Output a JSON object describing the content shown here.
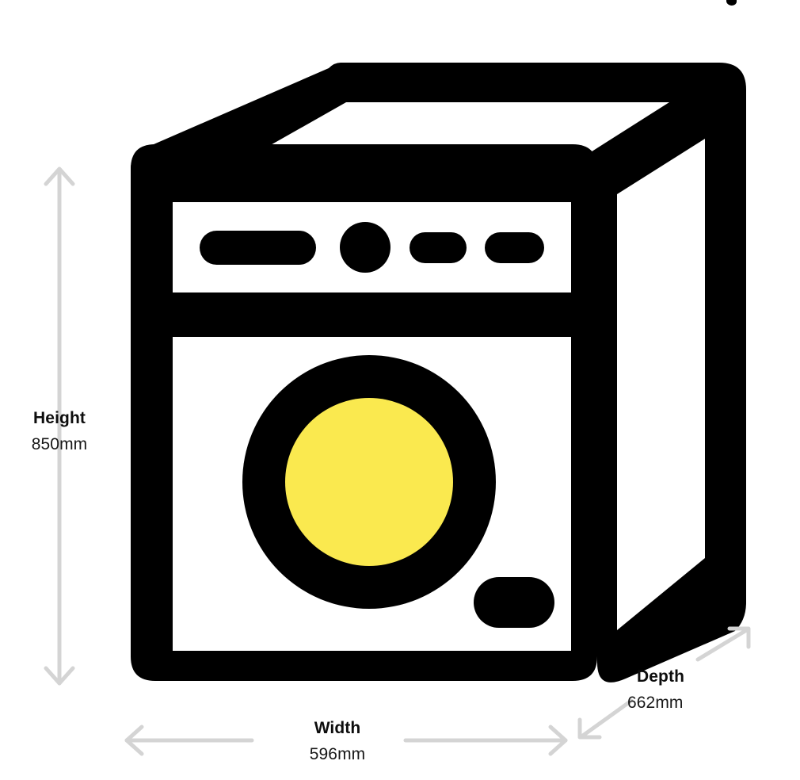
{
  "page": {
    "kind": "product-dimension-diagram",
    "product": "washing-machine",
    "background_color": "#ffffff"
  },
  "colors": {
    "outline": "#000000",
    "drum_fill": "#FAE94F",
    "arrow": "#D4D4D4",
    "text": "#111111"
  },
  "dimensions": {
    "height": {
      "title": "Height",
      "value": "850mm"
    },
    "width": {
      "title": "Width",
      "value": "596mm"
    },
    "depth": {
      "title": "Depth",
      "value": "662mm"
    }
  },
  "appliance": {
    "controls": [
      {
        "name": "control-pill-wide"
      },
      {
        "name": "control-knob-round"
      },
      {
        "name": "control-pill-small-1"
      },
      {
        "name": "control-pill-small-2"
      }
    ],
    "door": {
      "name": "drum-door"
    },
    "drawer": {
      "name": "detergent-drawer-handle"
    }
  },
  "arrows": {
    "height_arrow": "vertical-double-arrow",
    "width_arrow": "horizontal-double-arrow",
    "depth_arrow": "diagonal-double-arrow"
  }
}
